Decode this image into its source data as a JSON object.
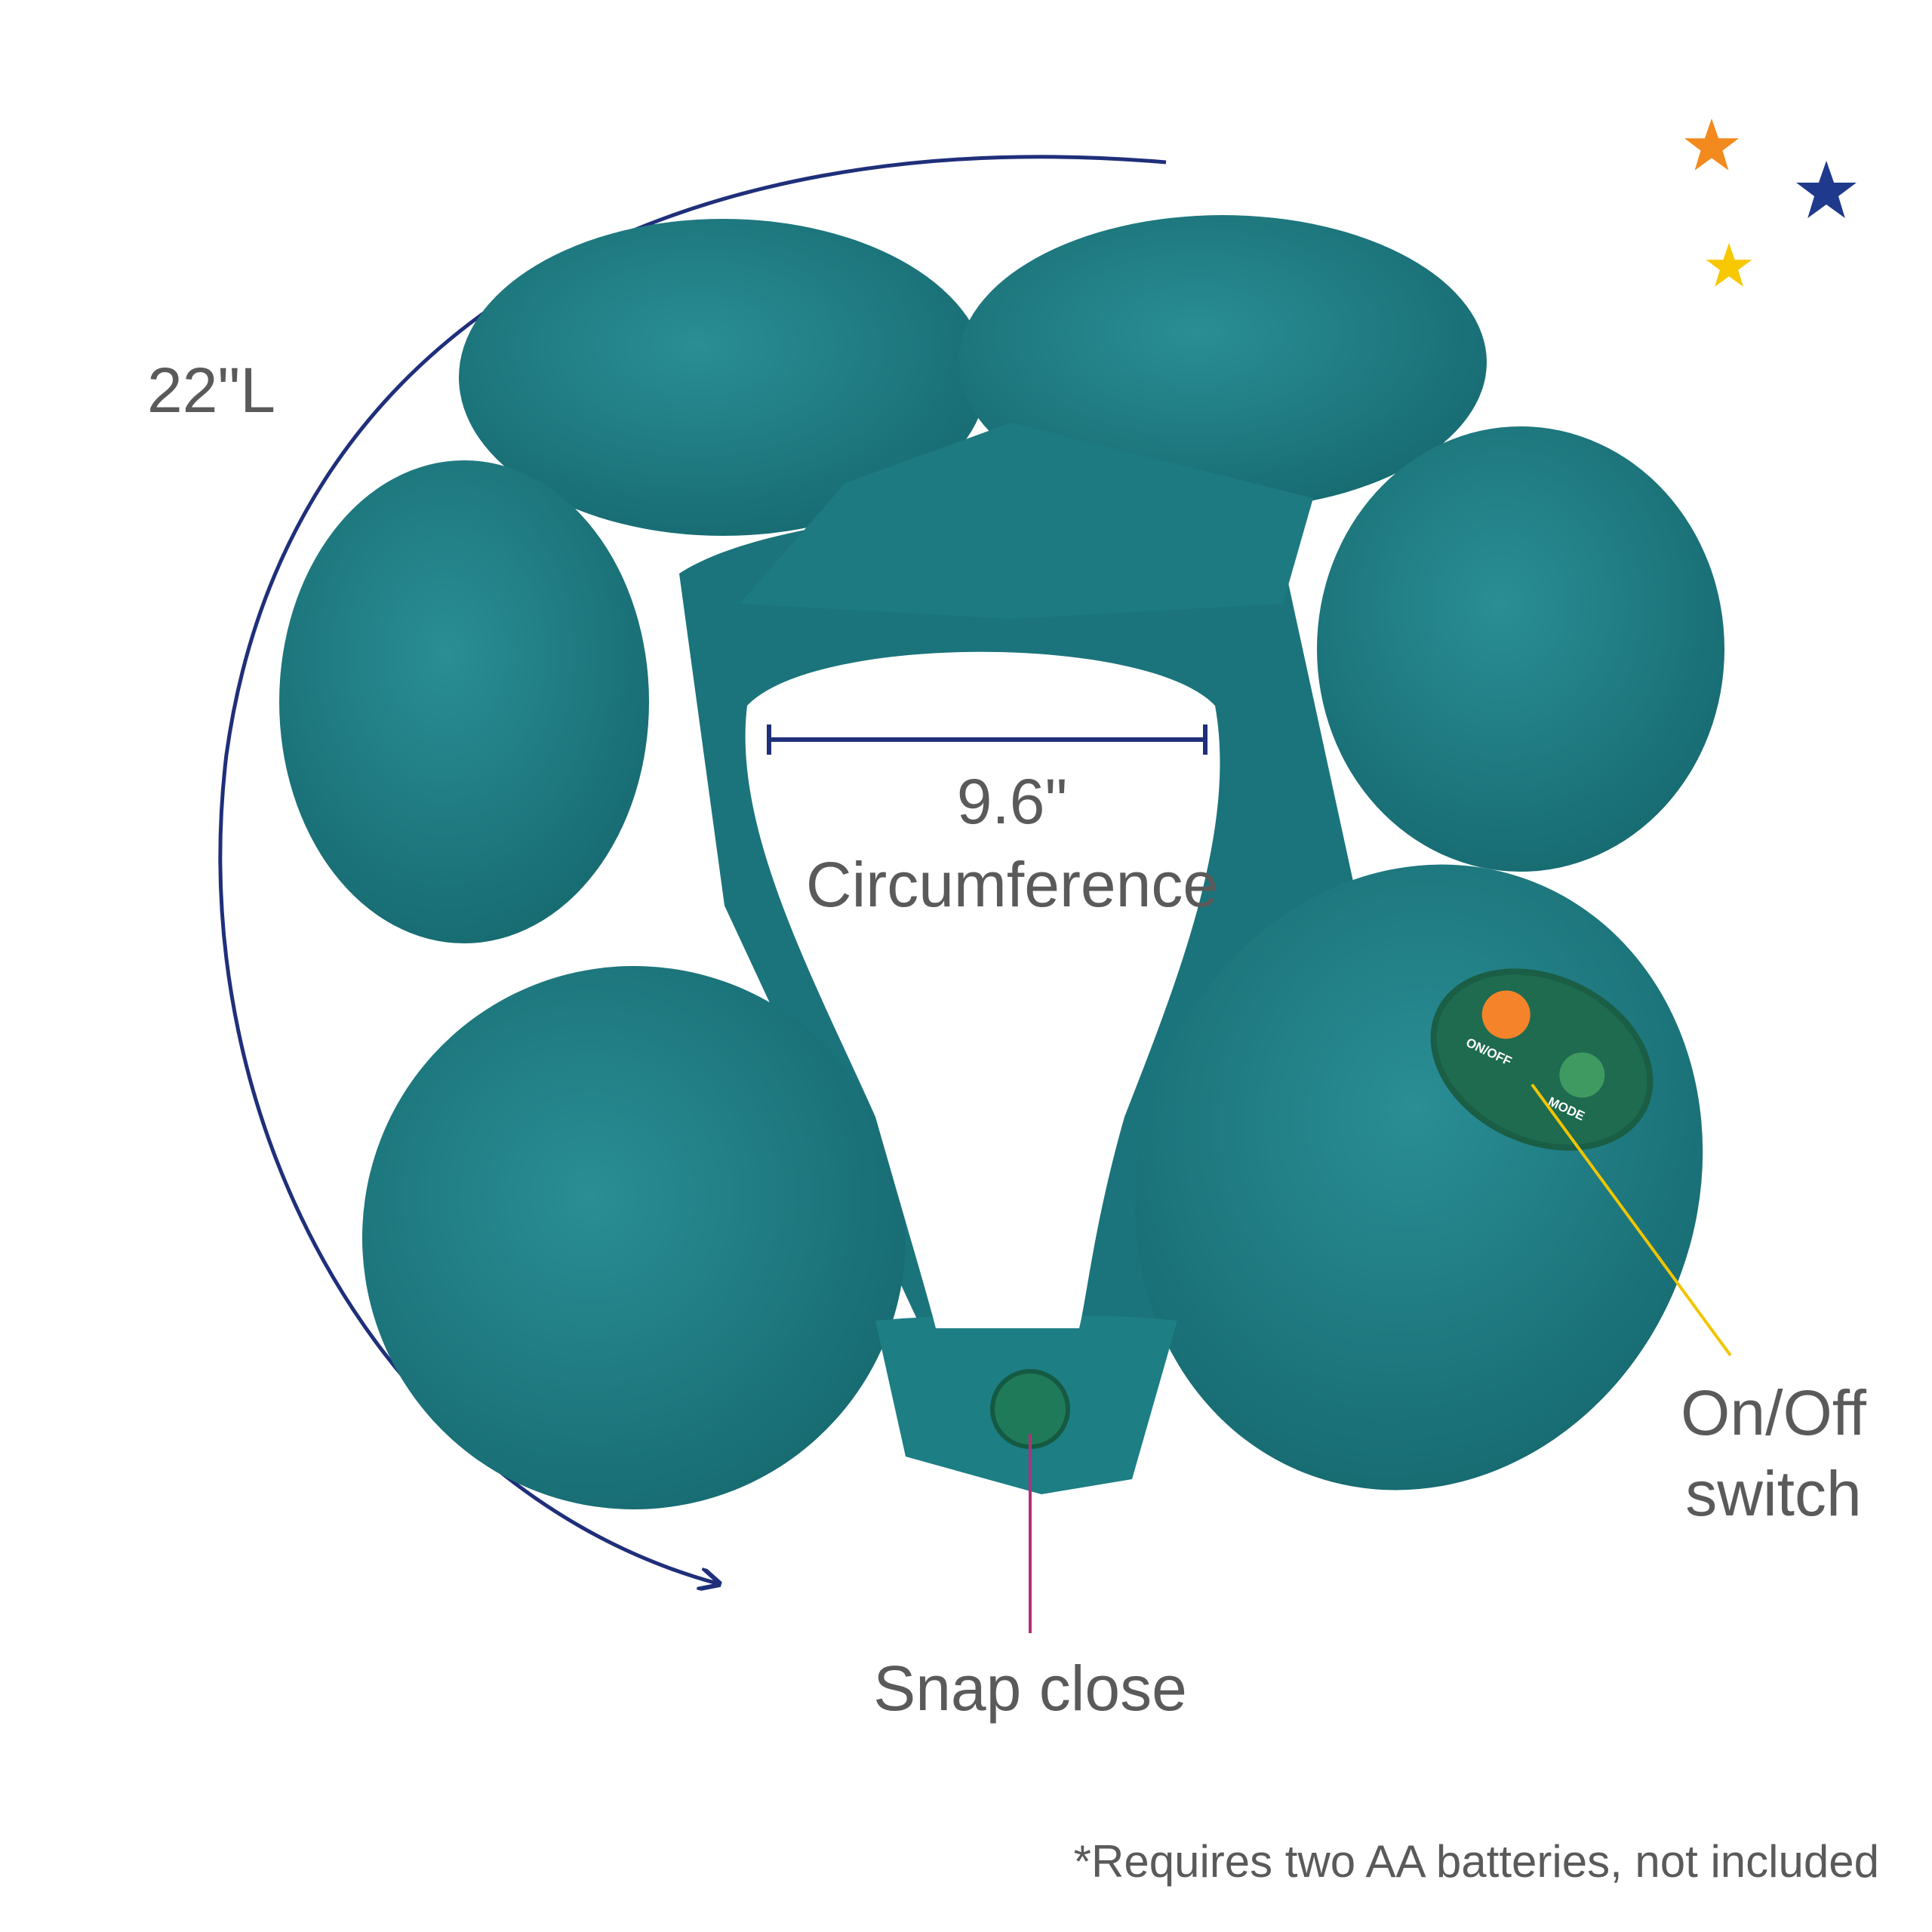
{
  "labels": {
    "length": "22\"L",
    "inner_width": "9.6\"",
    "inner_width_caption": "Circumference",
    "switch_line1": "On/Off",
    "switch_line2": "switch",
    "snap": "Snap close",
    "footnote": "*Requires two AA batteries, not included"
  },
  "control_panel": {
    "power_button": "ON/OFF",
    "mode_button": "MODE"
  },
  "colors": {
    "pillow": "#1f7f86",
    "pillow_shade": "#17686f",
    "arrow": "#1f2f7a",
    "switch_leader": "#f2c500",
    "snap_leader": "#b0307a",
    "star_orange": "#f28a1e",
    "star_navy": "#1f3a8c",
    "star_yellow": "#f7c800",
    "panel": "#1e6b50",
    "power": "#f5832a",
    "mode": "#3f9a62"
  },
  "icons": [
    "star-icon",
    "star-icon",
    "star-icon",
    "arrow-icon"
  ]
}
